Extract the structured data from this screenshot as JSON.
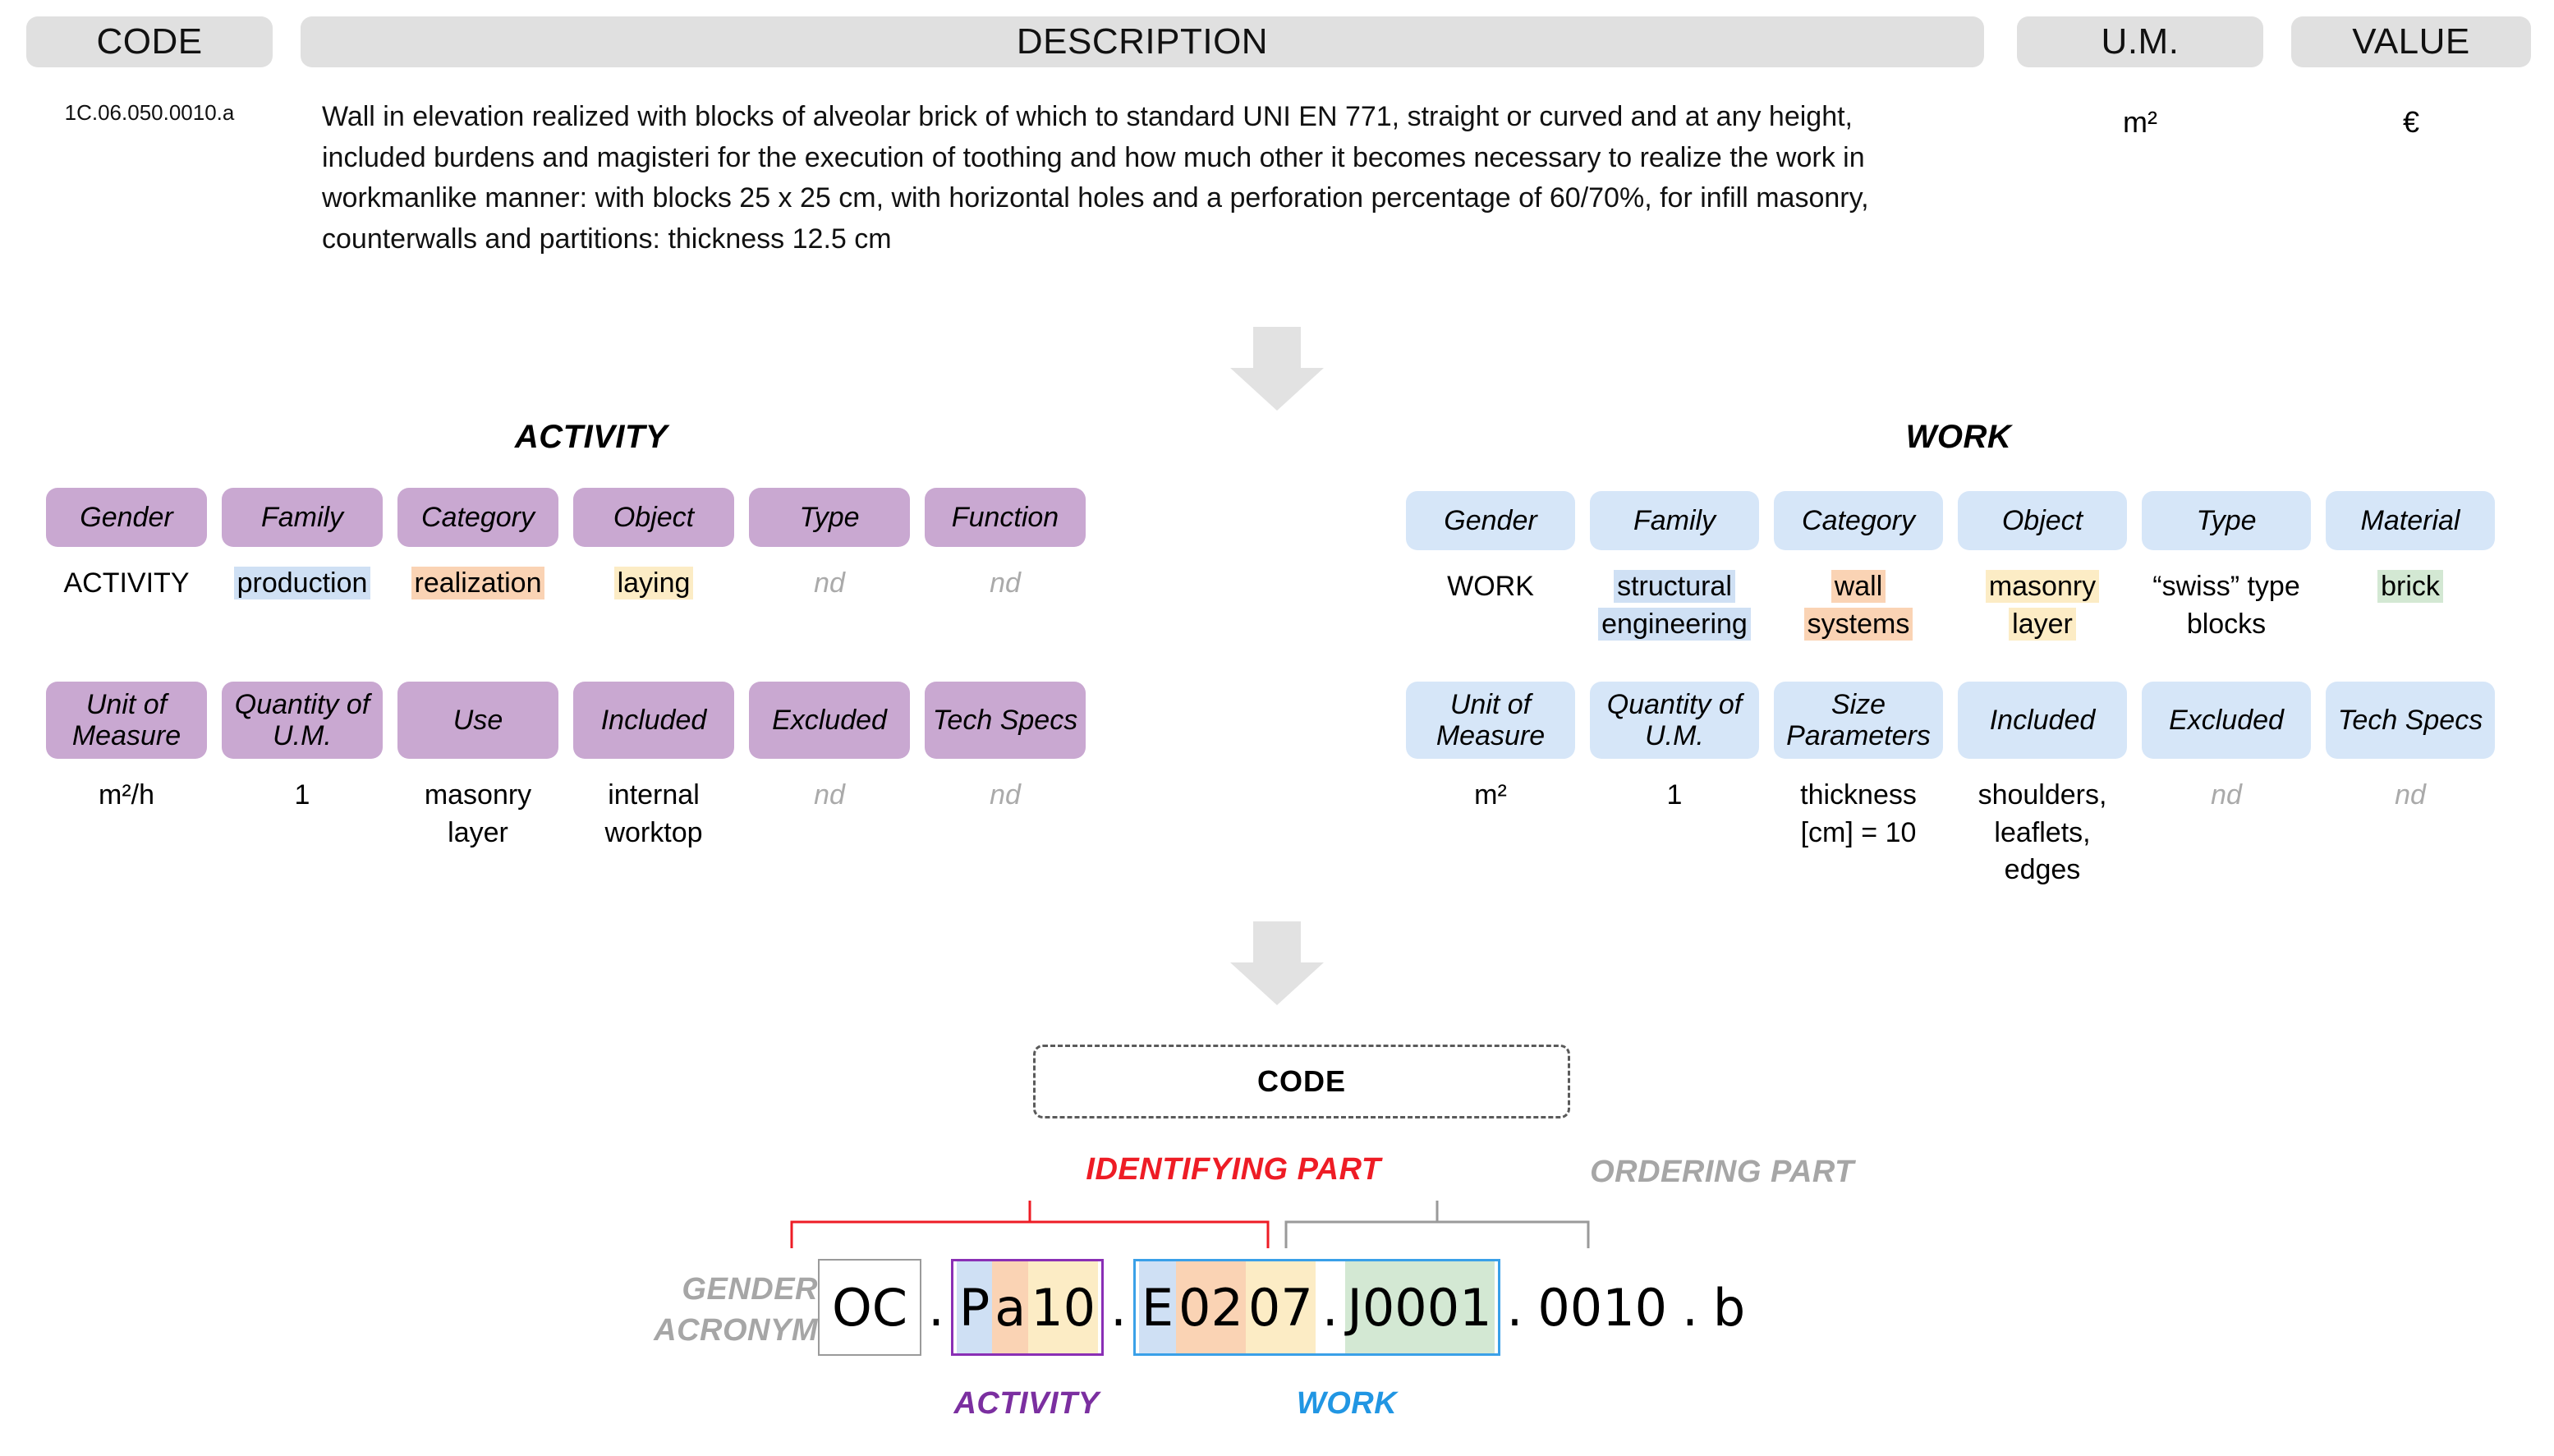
{
  "table": {
    "headers": {
      "code": "CODE",
      "description": "DESCRIPTION",
      "um": "U.M.",
      "value": "VALUE"
    },
    "row": {
      "code": "1C.06.050.0010.a",
      "description": "Wall in elevation realized with blocks of alveolar brick of which to standard UNI EN 771, straight or curved and at any height, included burdens and magisteri for the execution of toothing and how much other it becomes necessary to realize the work in workmanlike manner: with blocks 25 x 25 cm, with horizontal holes and a perforation percentage of 60/70%, for infill masonry, counterwalls and partitions: thickness 12.5 cm",
      "um": "m²",
      "value": "€"
    }
  },
  "activity": {
    "title": "ACTIVITY",
    "row1": [
      {
        "label": "Gender",
        "value": "ACTIVITY",
        "highlight": "none"
      },
      {
        "label": "Family",
        "value": "production",
        "highlight": "blue"
      },
      {
        "label": "Category",
        "value": "realization",
        "highlight": "orange"
      },
      {
        "label": "Object",
        "value": "laying",
        "highlight": "yellow"
      },
      {
        "label": "Type",
        "value": "nd",
        "highlight": "nd"
      },
      {
        "label": "Function",
        "value": "nd",
        "highlight": "nd"
      }
    ],
    "row2": [
      {
        "label": "Unit of Measure",
        "value": "m²/h",
        "highlight": "none"
      },
      {
        "label": "Quantity of U.M.",
        "value": "1",
        "highlight": "none"
      },
      {
        "label": "Use",
        "value": "masonry layer",
        "highlight": "none"
      },
      {
        "label": "Included",
        "value": "internal worktop",
        "highlight": "none"
      },
      {
        "label": "Excluded",
        "value": "nd",
        "highlight": "nd"
      },
      {
        "label": "Tech Specs",
        "value": "nd",
        "highlight": "nd"
      }
    ]
  },
  "work": {
    "title": "WORK",
    "row1": [
      {
        "label": "Gender",
        "value": "WORK",
        "highlight": "none"
      },
      {
        "label": "Family",
        "value": "structural engineering",
        "highlight": "blue"
      },
      {
        "label": "Category",
        "value": "wall systems",
        "highlight": "orange"
      },
      {
        "label": "Object",
        "value": "masonry layer",
        "highlight": "yellow"
      },
      {
        "label": "Type",
        "value": "“swiss” type blocks",
        "highlight": "none"
      },
      {
        "label": "Material",
        "value": "brick",
        "highlight": "green"
      }
    ],
    "row2": [
      {
        "label": "Unit of Measure",
        "value": "m²",
        "highlight": "none"
      },
      {
        "label": "Quantity of U.M.",
        "value": "1",
        "highlight": "none"
      },
      {
        "label": "Size Parameters",
        "value": "thickness [cm] = 10",
        "highlight": "none"
      },
      {
        "label": "Included",
        "value": "shoulders, leaflets, edges",
        "highlight": "none"
      },
      {
        "label": "Excluded",
        "value": "nd",
        "highlight": "nd"
      },
      {
        "label": "Tech Specs",
        "value": "nd",
        "highlight": "nd"
      }
    ]
  },
  "code_section": {
    "code_box_label": "CODE",
    "identifying_part_label": "IDENTIFYING PART",
    "ordering_part_label": "ORDERING PART",
    "gender_acronym_label_line1": "GENDER",
    "gender_acronym_label_line2": "ACRONYM",
    "activity_caption": "ACTIVITY",
    "work_caption": "WORK",
    "gender_token": "OC",
    "activity_tokens": [
      {
        "text": "P",
        "highlight": "blue"
      },
      {
        "text": "a",
        "highlight": "orange"
      },
      {
        "text": "10",
        "highlight": "yellow"
      }
    ],
    "work_tokens": [
      {
        "text": "E",
        "highlight": "blue"
      },
      {
        "text": "02",
        "highlight": "orange"
      },
      {
        "text": "07",
        "highlight": "yellow"
      },
      {
        "text": "J0001",
        "highlight": "green"
      }
    ],
    "separator": ".",
    "ordering_tokens": [
      "0010",
      "b"
    ],
    "full_code": "OC.Pa10.E0207.J0001.0010.b"
  },
  "colors": {
    "header_pill": "#e0e0e0",
    "activity_pill": "#c9a8d1",
    "work_pill": "#d6e6f8",
    "identifying_red": "#ee1c25",
    "ordering_gray": "#a6a6a6",
    "activity_accent": "#7b2fa0",
    "work_accent": "#2196e3",
    "hl_blue": "#cfe0f4",
    "hl_orange": "#fad3b4",
    "hl_yellow": "#fcecc5",
    "hl_green": "#d3e8d3",
    "arrow": "#e2e2e2"
  }
}
